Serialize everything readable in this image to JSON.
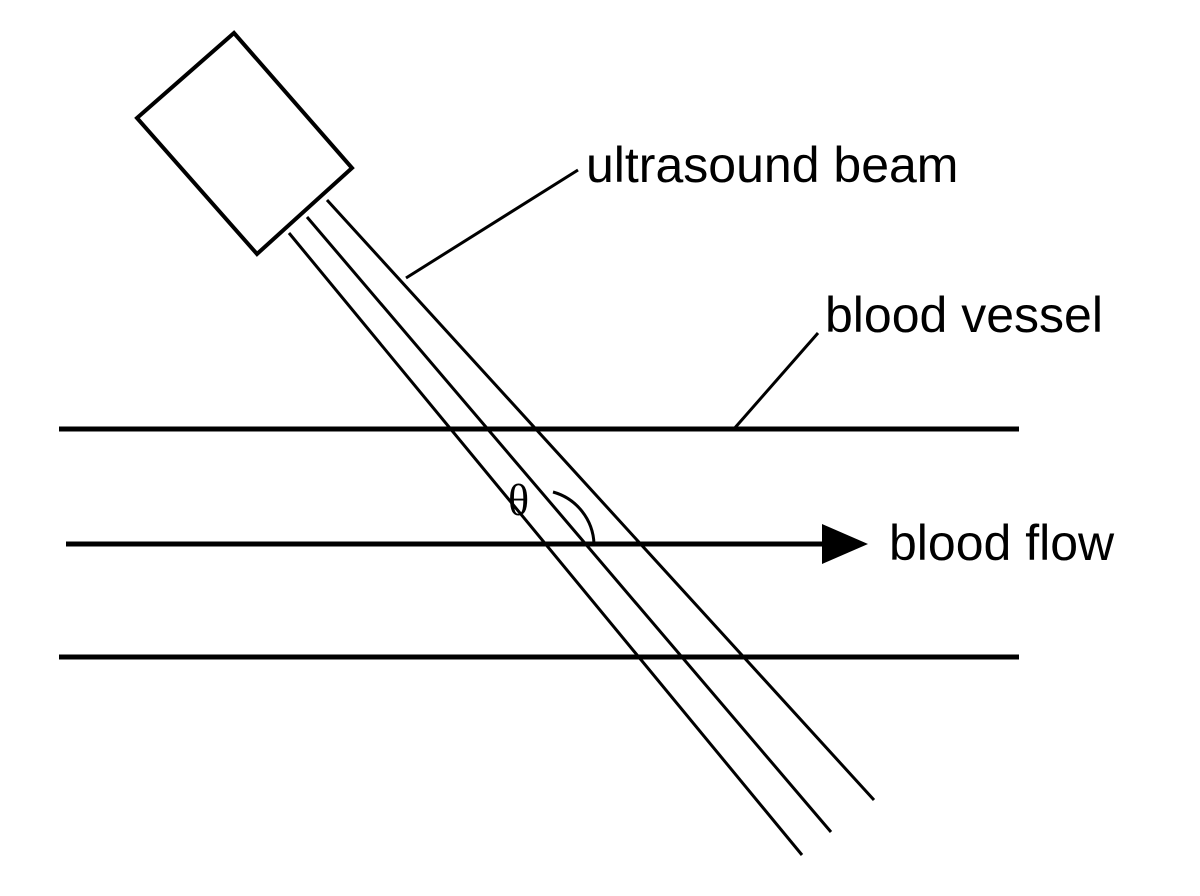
{
  "diagram": {
    "labels": {
      "ultrasound_beam": "ultrasound beam",
      "blood_vessel": "blood vessel",
      "blood_flow": "blood flow",
      "angle": "θ"
    },
    "colors": {
      "stroke": "#000000",
      "background": "#ffffff"
    }
  }
}
